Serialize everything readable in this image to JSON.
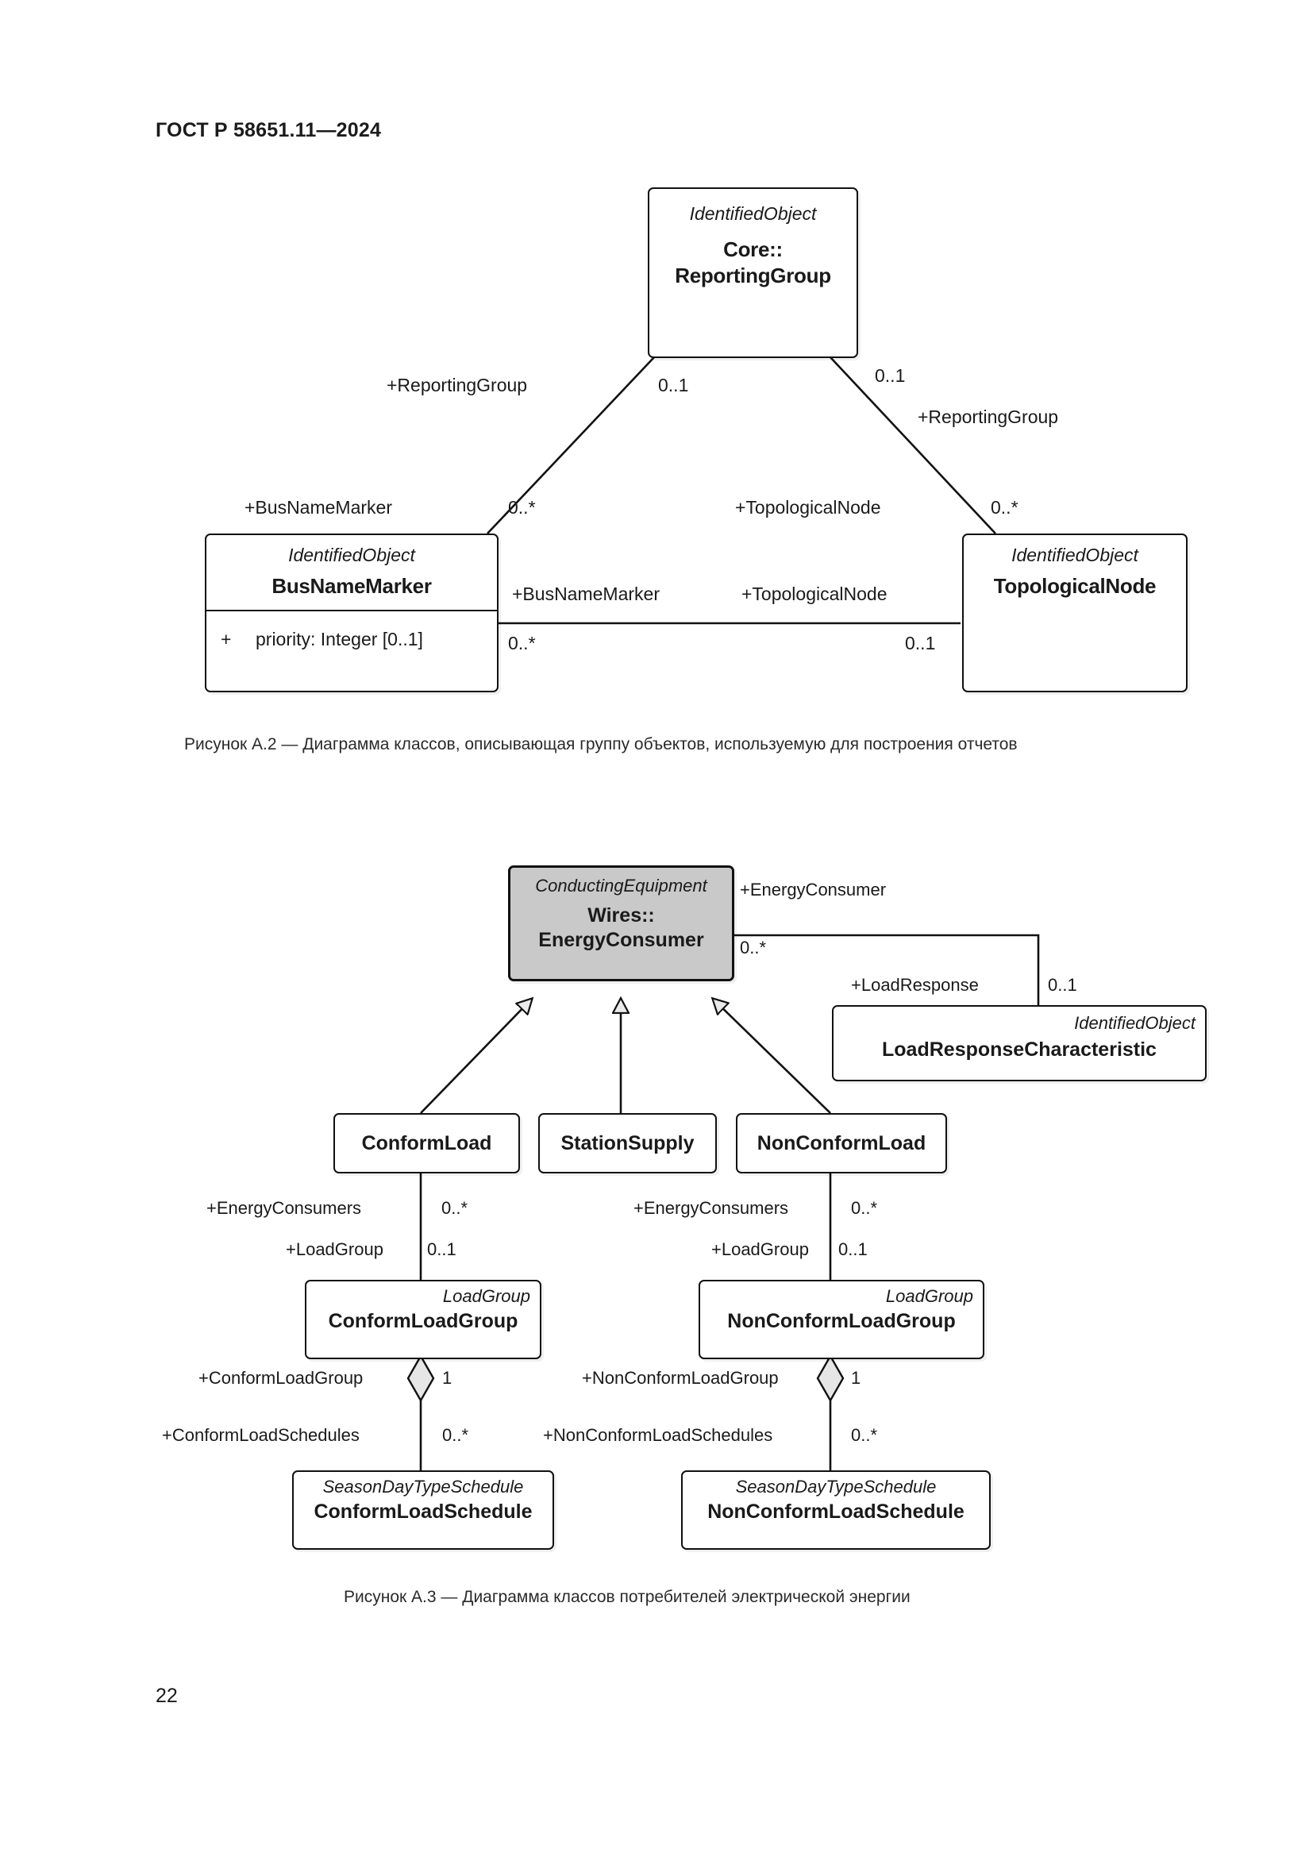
{
  "document": {
    "header": "ГОСТ Р 58651.11—2024",
    "page_number": "22"
  },
  "figures": [
    {
      "id": "A.2",
      "caption": "Рисунок А.2 — Диаграмма классов, описывающая группу объектов, используемую для построения отчетов",
      "classes": {
        "reporting_group": {
          "stereotype": "IdentifiedObject",
          "name_line1": "Core::",
          "name_line2": "ReportingGroup"
        },
        "bus_name_marker": {
          "stereotype": "IdentifiedObject",
          "name": "BusNameMarker",
          "attribute_visibility": "+",
          "attribute": "priority: Integer [0..1]"
        },
        "topological_node": {
          "stereotype": "IdentifiedObject",
          "name": "TopologicalNode"
        }
      },
      "edge_labels": {
        "rg_left_role": "+ReportingGroup",
        "rg_left_mult": "0..1",
        "rg_right_mult": "0..1",
        "rg_right_role": "+ReportingGroup",
        "bnm_top_role": "+BusNameMarker",
        "bnm_top_mult": "0..*",
        "tn_top_role": "+TopologicalNode",
        "tn_top_mult": "0..*",
        "mid_left_role": "+BusNameMarker",
        "mid_right_role": "+TopologicalNode",
        "mid_left_mult": "0..*",
        "mid_right_mult": "0..1"
      }
    },
    {
      "id": "A.3",
      "caption": "Рисунок А.3 — Диаграмма классов потребителей электрической энергии",
      "classes": {
        "energy_consumer": {
          "stereotype": "ConductingEquipment",
          "name_line1": "Wires::",
          "name_line2": "EnergyConsumer",
          "fill": "#c9c9c9"
        },
        "load_response_characteristic": {
          "stereotype": "IdentifiedObject",
          "name": "LoadResponseCharacteristic"
        },
        "conform_load": {
          "name": "ConformLoad"
        },
        "station_supply": {
          "name": "StationSupply"
        },
        "non_conform_load": {
          "name": "NonConformLoad"
        },
        "conform_load_group": {
          "stereotype": "LoadGroup",
          "name": "ConformLoadGroup"
        },
        "non_conform_load_group": {
          "stereotype": "LoadGroup",
          "name": "NonConformLoadGroup"
        },
        "conform_load_schedule": {
          "stereotype": "SeasonDayTypeSchedule",
          "name": "ConformLoadSchedule"
        },
        "non_conform_load_schedule": {
          "stereotype": "SeasonDayTypeSchedule",
          "name": "NonConformLoadSchedule"
        }
      },
      "edge_labels": {
        "ec_role": "+EnergyConsumer",
        "ec_mult": "0..*",
        "lr_role": "+LoadResponse",
        "lr_mult": "0..1",
        "cl_consumers_role": "+EnergyConsumers",
        "cl_consumers_mult": "0..*",
        "cl_group_role": "+LoadGroup",
        "cl_group_mult": "0..1",
        "ncl_consumers_role": "+EnergyConsumers",
        "ncl_consumers_mult": "0..*",
        "ncl_group_role": "+LoadGroup",
        "ncl_group_mult": "0..1",
        "clg_role": "+ConformLoadGroup",
        "clg_mult": "1",
        "cls_role": "+ConformLoadSchedules",
        "cls_mult": "0..*",
        "nclg_role": "+NonConformLoadGroup",
        "nclg_mult": "1",
        "ncls_role": "+NonConformLoadSchedules",
        "ncls_mult": "0..*"
      }
    }
  ],
  "colors": {
    "line": "#111111",
    "shaded_fill": "#c9c9c9",
    "arrow_fill": "#e8e8e8",
    "text": "#1a1a1a"
  }
}
